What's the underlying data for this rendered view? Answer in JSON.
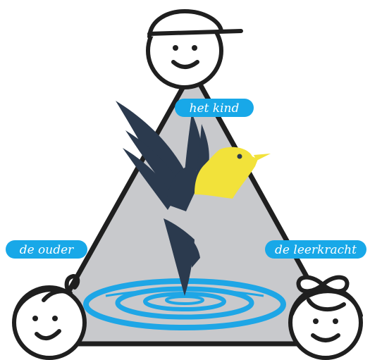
{
  "labels": {
    "top": "het kind",
    "left": "de ouder",
    "right": "de leerkracht"
  },
  "colors": {
    "triangle_fill": "#c8c9cc",
    "outline": "#1f1f1f",
    "label_bg": "#18a8e8",
    "label_text": "#ffffff",
    "bird_body": "#2b3a4e",
    "bird_head": "#f2e23a",
    "water": "#1ea6e6"
  },
  "icons": {
    "top_face": "child-face-with-cap-icon",
    "left_face": "parent-face-icon",
    "right_face": "teacher-face-with-bow-icon",
    "center": "bird-diving-into-water-icon"
  }
}
